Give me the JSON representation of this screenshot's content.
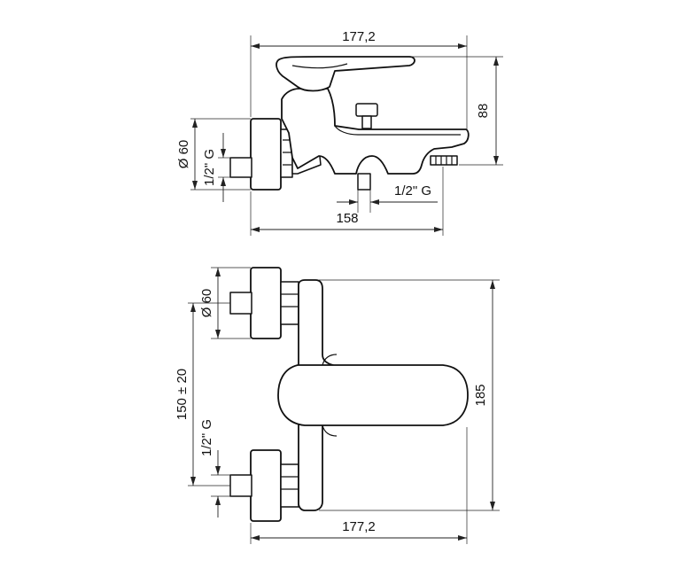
{
  "drawing": {
    "side_view": {
      "overall_length": "177,2",
      "height": "88",
      "wall_flange_diameter": "Ø 60",
      "inlet_thread": "1/2\" G",
      "outlet_thread": "1/2\" G",
      "spout_offset": "158"
    },
    "top_view": {
      "wall_flange_diameter": "Ø 60",
      "inlet_spacing": "150 ± 20",
      "inlet_thread": "1/2\" G",
      "depth": "185",
      "overall_length": "177,2"
    }
  }
}
